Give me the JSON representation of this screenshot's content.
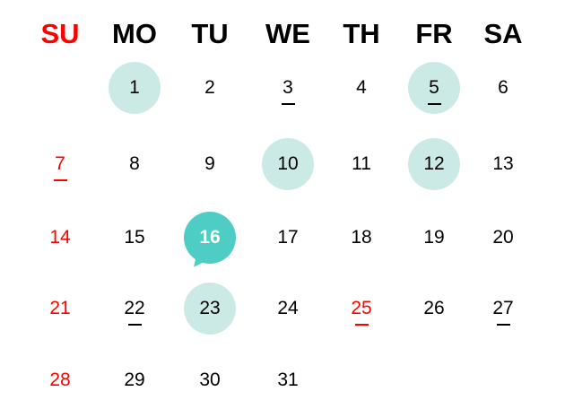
{
  "weekdays": [
    {
      "label": "SU",
      "weekend": true
    },
    {
      "label": "MO",
      "weekend": false
    },
    {
      "label": "TU",
      "weekend": false
    },
    {
      "label": "WE",
      "weekend": false
    },
    {
      "label": "TH",
      "weekend": false
    },
    {
      "label": "FR",
      "weekend": false
    },
    {
      "label": "SA",
      "weekend": false
    }
  ],
  "first_weekday_index": 1,
  "days": [
    {
      "n": "1",
      "hl": true
    },
    {
      "n": "2"
    },
    {
      "n": "3",
      "ul": true
    },
    {
      "n": "4"
    },
    {
      "n": "5",
      "hl": true,
      "ul": true
    },
    {
      "n": "6"
    },
    {
      "n": "7",
      "red": true,
      "ul": true
    },
    {
      "n": "8"
    },
    {
      "n": "9"
    },
    {
      "n": "10",
      "hl": true
    },
    {
      "n": "11"
    },
    {
      "n": "12",
      "hl": true
    },
    {
      "n": "13"
    },
    {
      "n": "14",
      "red": true
    },
    {
      "n": "15"
    },
    {
      "n": "16",
      "sel": true
    },
    {
      "n": "17"
    },
    {
      "n": "18"
    },
    {
      "n": "19"
    },
    {
      "n": "20"
    },
    {
      "n": "21",
      "red": true
    },
    {
      "n": "22",
      "ul": true
    },
    {
      "n": "23",
      "hl": true
    },
    {
      "n": "24"
    },
    {
      "n": "25",
      "red": true,
      "ul": true
    },
    {
      "n": "26"
    },
    {
      "n": "27",
      "ul": true
    },
    {
      "n": "28",
      "red": true
    },
    {
      "n": "29"
    },
    {
      "n": "30"
    },
    {
      "n": "31"
    }
  ],
  "colors": {
    "highlight": "#cceae5",
    "selected": "#4ecdc4",
    "holiday": "#ff0000"
  }
}
